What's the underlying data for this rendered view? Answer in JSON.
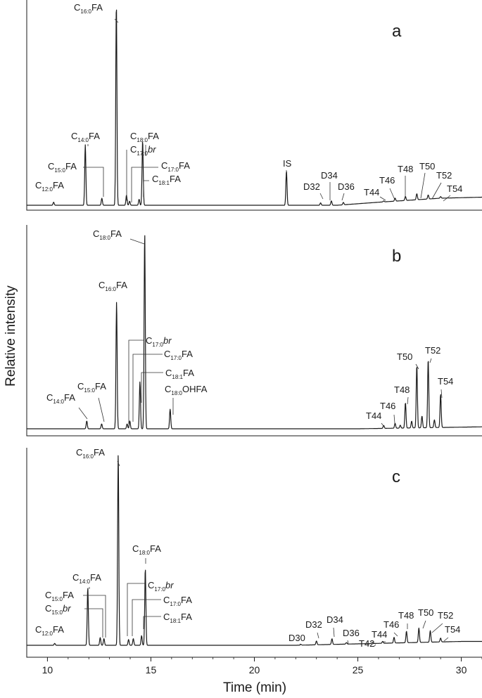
{
  "chart_data": {
    "type": "line",
    "xlabel": "Time (min)",
    "ylabel": "Relative intensity",
    "xlim": [
      9,
      31
    ],
    "xticks": [
      10,
      15,
      20,
      25,
      30
    ],
    "grid": false,
    "panels": [
      {
        "letter": "a",
        "baseline": 0.02,
        "drift": [
          [
            24,
            0.0
          ],
          [
            26,
            0.015
          ],
          [
            29,
            0.035
          ],
          [
            31,
            0.04
          ]
        ],
        "peaks": [
          {
            "t": 10.3,
            "h": 0.015
          },
          {
            "t": 11.83,
            "h": 0.3
          },
          {
            "t": 12.63,
            "h": 0.035
          },
          {
            "t": 13.33,
            "h": 1.0
          },
          {
            "t": 13.82,
            "h": 0.05
          },
          {
            "t": 13.97,
            "h": 0.02
          },
          {
            "t": 14.43,
            "h": 0.03
          },
          {
            "t": 14.6,
            "h": 0.32
          },
          {
            "t": 21.55,
            "h": 0.17
          },
          {
            "t": 23.2,
            "h": 0.012
          },
          {
            "t": 23.72,
            "h": 0.022
          },
          {
            "t": 24.3,
            "h": 0.012
          },
          {
            "t": 26.25,
            "h": 0.005
          },
          {
            "t": 26.8,
            "h": 0.015
          },
          {
            "t": 27.3,
            "h": 0.02
          },
          {
            "t": 27.85,
            "h": 0.03
          },
          {
            "t": 28.4,
            "h": 0.02
          },
          {
            "t": 29.0,
            "h": 0.008
          }
        ],
        "labels": [
          {
            "text": "C",
            "sub": "16:0",
            "suffix": "FA",
            "italic": false
          },
          {
            "text": "C",
            "sub": "14:0",
            "suffix": "FA",
            "italic": false
          },
          {
            "text": "C",
            "sub": "15:0",
            "suffix": "FA",
            "italic": false
          },
          {
            "text": "C",
            "sub": "12:0",
            "suffix": "FA",
            "italic": false
          },
          {
            "text": "C",
            "sub": "18:0",
            "suffix": "FA",
            "italic": false
          },
          {
            "text": "C",
            "sub": "17:0",
            "suffix": "br",
            "italic": true
          },
          {
            "text": "C",
            "sub": "17:0",
            "suffix": "FA",
            "italic": false
          },
          {
            "text": "C",
            "sub": "18:1",
            "suffix": "FA",
            "italic": false
          },
          {
            "text": "IS"
          },
          {
            "text": "D34"
          },
          {
            "text": "D32"
          },
          {
            "text": "D36"
          },
          {
            "text": "T48"
          },
          {
            "text": "T50"
          },
          {
            "text": "T46"
          },
          {
            "text": "T52"
          },
          {
            "text": "T44"
          },
          {
            "text": "T54"
          }
        ]
      },
      {
        "letter": "b",
        "baseline": 0.02,
        "drift": [
          [
            25,
            0.0
          ],
          [
            31,
            0.01
          ]
        ],
        "peaks": [
          {
            "t": 11.9,
            "h": 0.04
          },
          {
            "t": 12.62,
            "h": 0.025
          },
          {
            "t": 13.34,
            "h": 0.65
          },
          {
            "t": 13.85,
            "h": 0.025
          },
          {
            "t": 13.98,
            "h": 0.04
          },
          {
            "t": 14.47,
            "h": 0.24
          },
          {
            "t": 14.7,
            "h": 1.0
          },
          {
            "t": 15.93,
            "h": 0.1
          },
          {
            "t": 26.25,
            "h": 0.015
          },
          {
            "t": 26.8,
            "h": 0.025
          },
          {
            "t": 27.05,
            "h": 0.015
          },
          {
            "t": 27.3,
            "h": 0.13
          },
          {
            "t": 27.6,
            "h": 0.035
          },
          {
            "t": 27.85,
            "h": 0.32
          },
          {
            "t": 28.1,
            "h": 0.06
          },
          {
            "t": 28.4,
            "h": 0.35
          },
          {
            "t": 28.7,
            "h": 0.04
          },
          {
            "t": 29.0,
            "h": 0.17
          }
        ],
        "labels": [
          {
            "text": "C",
            "sub": "18:0",
            "suffix": "FA",
            "italic": false
          },
          {
            "text": "C",
            "sub": "16:0",
            "suffix": "FA",
            "italic": false
          },
          {
            "text": "C",
            "sub": "17:0",
            "suffix": "br",
            "italic": true
          },
          {
            "text": "C",
            "sub": "17:0",
            "suffix": "FA",
            "italic": false
          },
          {
            "text": "C",
            "sub": "18:1",
            "suffix": "FA",
            "italic": false
          },
          {
            "text": "C",
            "sub": "18:0",
            "suffix": "OHFA",
            "italic": false
          },
          {
            "text": "C",
            "sub": "15:0",
            "suffix": "FA",
            "italic": false
          },
          {
            "text": "C",
            "sub": "14:0",
            "suffix": "FA",
            "italic": false
          },
          {
            "text": "T50"
          },
          {
            "text": "T52"
          },
          {
            "text": "T54"
          },
          {
            "text": "T48"
          },
          {
            "text": "T46"
          },
          {
            "text": "T44"
          }
        ]
      },
      {
        "letter": "c",
        "baseline": 0.02,
        "drift": [
          [
            22,
            0.0
          ],
          [
            26,
            0.01
          ],
          [
            30,
            0.02
          ],
          [
            31,
            0.02
          ]
        ],
        "peaks": [
          {
            "t": 10.35,
            "h": 0.01
          },
          {
            "t": 11.95,
            "h": 0.3
          },
          {
            "t": 12.55,
            "h": 0.04
          },
          {
            "t": 12.73,
            "h": 0.035
          },
          {
            "t": 13.42,
            "h": 1.0
          },
          {
            "t": 13.92,
            "h": 0.03
          },
          {
            "t": 14.15,
            "h": 0.035
          },
          {
            "t": 14.55,
            "h": 0.05
          },
          {
            "t": 14.73,
            "h": 0.4
          },
          {
            "t": 22.25,
            "h": 0.004
          },
          {
            "t": 23.0,
            "h": 0.02
          },
          {
            "t": 23.75,
            "h": 0.03
          },
          {
            "t": 24.45,
            "h": 0.008
          },
          {
            "t": 25.7,
            "h": 0.005
          },
          {
            "t": 26.2,
            "h": 0.01
          },
          {
            "t": 26.75,
            "h": 0.03
          },
          {
            "t": 27.35,
            "h": 0.06
          },
          {
            "t": 27.95,
            "h": 0.075
          },
          {
            "t": 28.5,
            "h": 0.06
          },
          {
            "t": 29.0,
            "h": 0.02
          }
        ],
        "labels": [
          {
            "text": "C",
            "sub": "16:0",
            "suffix": "FA",
            "italic": false
          },
          {
            "text": "C",
            "sub": "14:0",
            "suffix": "FA",
            "italic": false
          },
          {
            "text": "C",
            "sub": "15:0",
            "suffix": "FA",
            "italic": false
          },
          {
            "text": "C",
            "sub": "15:0",
            "suffix": "br",
            "italic": true
          },
          {
            "text": "C",
            "sub": "12:0",
            "suffix": "FA",
            "italic": false
          },
          {
            "text": "C",
            "sub": "18:0",
            "suffix": "FA",
            "italic": false
          },
          {
            "text": "C",
            "sub": "17:0",
            "suffix": "br",
            "italic": true
          },
          {
            "text": "C",
            "sub": "17:0",
            "suffix": "FA",
            "italic": false
          },
          {
            "text": "C",
            "sub": "18:1",
            "suffix": "FA",
            "italic": false
          },
          {
            "text": "D32"
          },
          {
            "text": "D34"
          },
          {
            "text": "D30"
          },
          {
            "text": "D36"
          },
          {
            "text": "T48"
          },
          {
            "text": "T50"
          },
          {
            "text": "T52"
          },
          {
            "text": "T46"
          },
          {
            "text": "T44"
          },
          {
            "text": "T42"
          },
          {
            "text": "T54"
          }
        ]
      }
    ]
  }
}
